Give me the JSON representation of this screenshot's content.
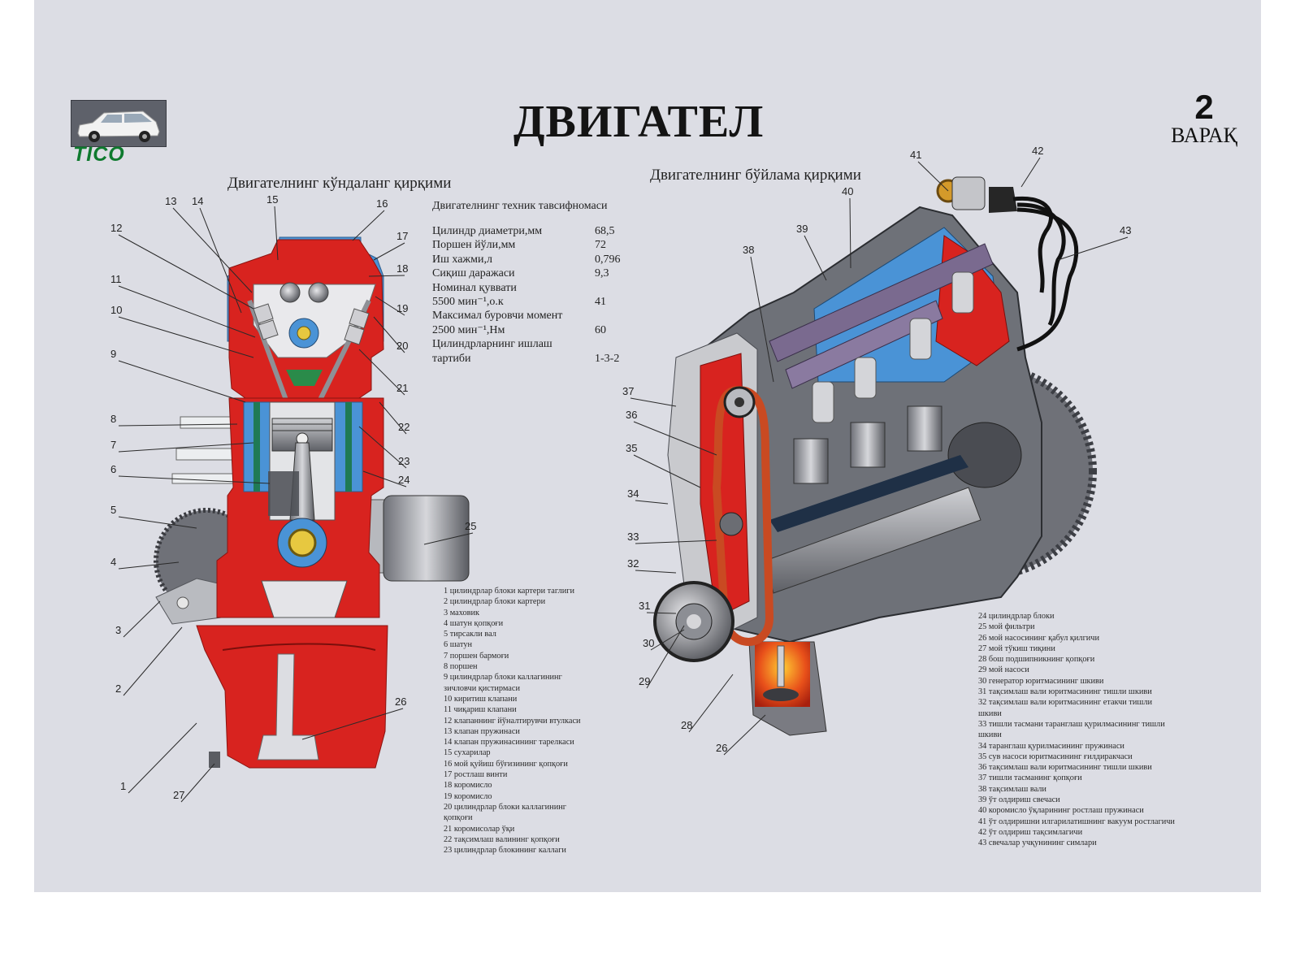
{
  "title": "ДВИГАТЕЛ",
  "sheet": {
    "number": "2",
    "word": "ВАРАҚ"
  },
  "brand": "TICO",
  "sections": {
    "cross": "Двигателнинг кўндаланг қирқими",
    "longitudinal": "Двигателнинг бўйлама қирқими"
  },
  "specs": {
    "heading": "Двигателнинг техник тавсифномаси",
    "rows": [
      {
        "label": "Цилиндр диаметри,мм",
        "value": "68,5"
      },
      {
        "label": "Поршен йўли,мм",
        "value": "72"
      },
      {
        "label": "Иш хажми,л",
        "value": "0,796"
      },
      {
        "label": "Сиқиш даражаси",
        "value": "9,3"
      },
      {
        "label": "Номинал қуввати",
        "value": ""
      },
      {
        "label": "5500 мин⁻¹,о.к",
        "value": "41"
      },
      {
        "label": "Максимал буровчи момент",
        "value": ""
      },
      {
        "label": "2500 мин⁻¹,Нм",
        "value": "60"
      },
      {
        "label": "Цилиндрларнинг ишлаш",
        "value": ""
      },
      {
        "label": "тартиби",
        "value": "1-3-2"
      }
    ]
  },
  "legend_left": [
    "1 цилиндрлар блоки картери таглиги",
    "2 цилиндрлар блоки картери",
    "3 маховик",
    "4 шатун қопқоғи",
    "5 тирсакли вал",
    "6 шатун",
    "7 поршен бармоғи",
    "8 поршен",
    "9 цилиндрлар блоки каллагининг",
    "зичловчи қистирмаси",
    "10 киритиш клапани",
    "11 чиқариш клапани",
    "12 клапаннинг йўналтирувчи втулкаси",
    "13 клапан пружинаси",
    "14 клапан пружинасининг тарелкаси",
    "15 сухарилар",
    "16 мой қуйиш бўғизининг қопқоғи",
    "17 ростлаш винти",
    "18 коромисло",
    "19 коромисло",
    "20 цилиндрлар блоки каллагининг",
    "қопқоғи",
    "21 коромисолар ўқи",
    "22 тақсимлаш валининг қопқоғи",
    "23 цилиндрлар блокининг каллаги"
  ],
  "legend_right": [
    "24 цилиндрлар блоки",
    "25 мой фильтри",
    "26 мой насосининг қабул қилгичи",
    "27 мой тўкиш тиқини",
    "28 бош подшипникнинг қопқоғи",
    "29 мой насоси",
    "30 генератор юритмасининг шкиви",
    "31 тақсимлаш вали юритмасининг тишли шкиви",
    "32 тақсимлаш вали юритмасининг етакчи тишли",
    "шкиви",
    "33 тишли тасмани таранглаш қурилмасининг тишли",
    "шкиви",
    "34 таранглаш қурилмасининг пружинаси",
    "35 сув насоси юритмасининг ғилдиракчаси",
    "36 тақсимлаш вали юритмасининг тишли шкиви",
    "37 тишли тасманинг қопқоғи",
    "38 тақсимлаш вали",
    "39 ўт олдириш свечаси",
    "40 коромисло ўқларининг ростлаш пружинаси",
    "41 ўт олдиришни илгарилатишнинг вакуум ростлагичи",
    "42 ўт олдириш тақсимлагичи",
    "43 свечалар учқунининг симлари"
  ],
  "callouts_left": [
    "1",
    "2",
    "3",
    "4",
    "5",
    "6",
    "7",
    "8",
    "9",
    "10",
    "11",
    "12",
    "13",
    "14",
    "15",
    "16",
    "17",
    "18",
    "19",
    "20",
    "21",
    "22",
    "23",
    "24",
    "25",
    "26",
    "27"
  ],
  "callouts_right": [
    "26",
    "28",
    "29",
    "30",
    "31",
    "32",
    "33",
    "34",
    "35",
    "36",
    "37",
    "38",
    "39",
    "40",
    "41",
    "42",
    "43"
  ],
  "colors": {
    "engine_red": "#d8231f",
    "coolant_blue": "#4a93d6",
    "metal_gray": "#8e9096",
    "dark": "#2b2d31",
    "belt_orange": "#c94a22",
    "brand_green": "#0e7a2e"
  }
}
